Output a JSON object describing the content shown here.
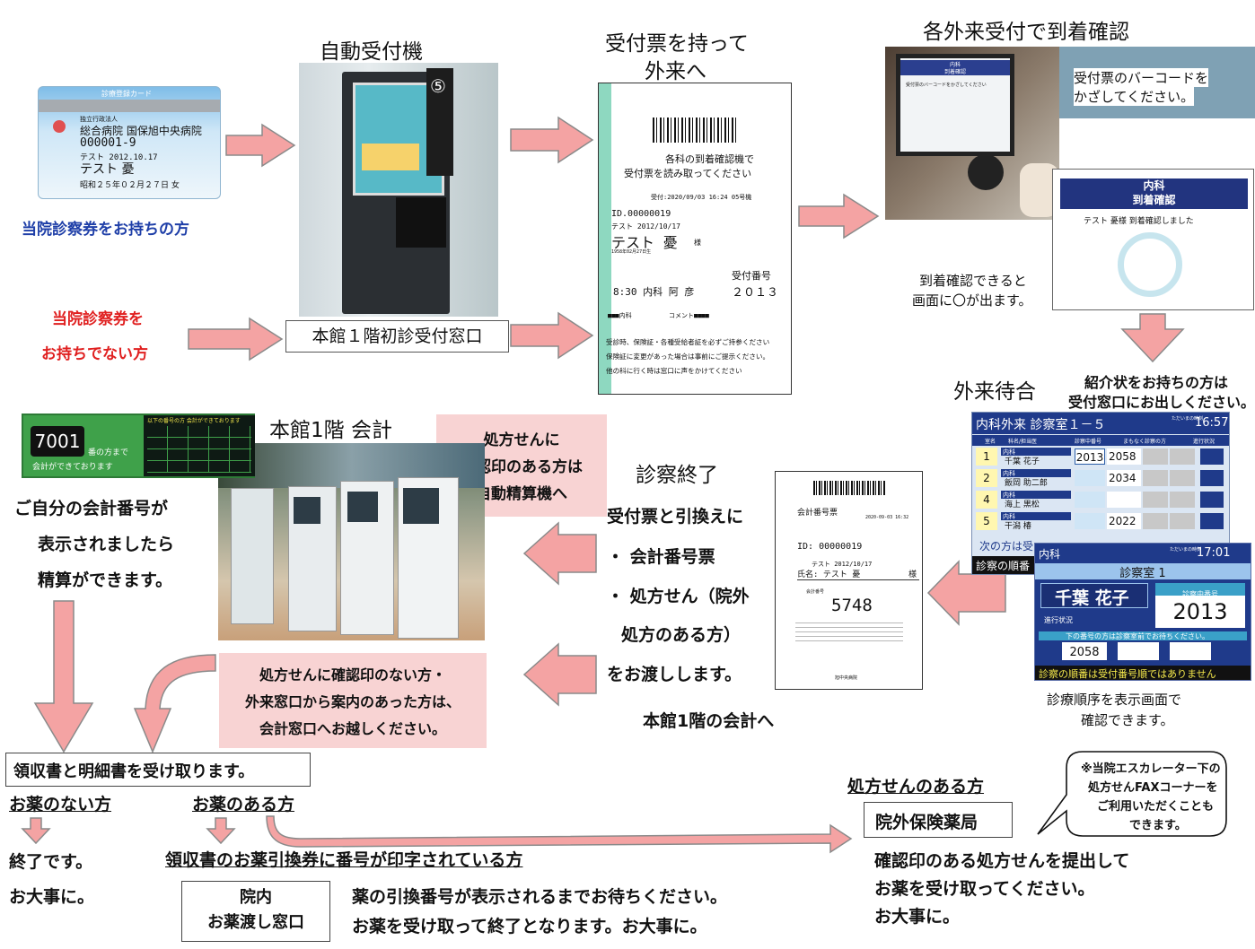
{
  "card": {
    "header": "診療登録カード",
    "org": "独立行政法人",
    "hospital": "総合病院 国保旭中央病院",
    "id": "000001-9",
    "dob_line": "テスト 2012.10.17",
    "name": "テスト 憂",
    "birth": "昭和２５年０２月２７日 女",
    "caption": "当院診察券をお持ちの方"
  },
  "no_card": {
    "line1": "当院診察券を",
    "line2": "お持ちでない方"
  },
  "kiosk": {
    "title": "自動受付機",
    "number": "⑤"
  },
  "first_window": "本館１階初診受付窓口",
  "ticket_step": {
    "line1": "受付票を持って",
    "line2": "外来へ"
  },
  "ticket": {
    "instr1": "各科の到着確認機で",
    "instr2": "受付票を読み取ってください",
    "time": "受付:2020/09/03 16:24  05号機",
    "id": "ID.00000019",
    "dob": "テスト 2012/10/17",
    "name": "テスト  憂",
    "name_suffix": "様",
    "birth": "1958年02月27日生",
    "number_label": "受付番号",
    "dept_line": "8:30 内科 阿 彦",
    "number": "２０１３",
    "dept_short": "■■■内科",
    "comment": "コメント■■■■",
    "note1": "受診時、保険証・各種受給者証を必ずご持参ください",
    "note2": "保険証に変更があった場合は事前にご提示ください。",
    "note3": "他の科に行く時は窓口に声をかけてください"
  },
  "arrival": {
    "title": "各外来受付で到着確認",
    "scan_text1": "受付票のバーコードを",
    "scan_text2": "かざしてください。",
    "screen_dept": "内科",
    "screen_title": "到着確認",
    "screen_msg": "テスト 憂様  到着確認しました",
    "caption1": "到着確認できると",
    "caption2": "画面に〇が出ます。",
    "monitor_head1": "内科",
    "monitor_head2": "到着確認",
    "monitor_msg": "受付票のバーコードをかざしてください"
  },
  "waiting": {
    "title": "外来待合",
    "referral1": "紹介状をお持ちの方は",
    "referral2": "受付窓口にお出しください。",
    "board1": {
      "title": "内科外来  診察室１－５",
      "time_label": "ただいまの時刻",
      "time": "16:57",
      "headers": [
        "室名",
        "科名/担当医",
        "診察中番号",
        "まもなく診察の方",
        "進行状況"
      ],
      "rows": [
        {
          "room": "1",
          "dept": "内科",
          "name": "千葉  花子",
          "current": "2013",
          "next": "2058"
        },
        {
          "room": "2",
          "dept": "内科",
          "name": "飯岡  助二郎",
          "current": "",
          "next": "2034"
        },
        {
          "room": "4",
          "dept": "内科",
          "name": "海上  黒松",
          "current": "",
          "next": ""
        },
        {
          "room": "5",
          "dept": "内科",
          "name": "干潟  椿",
          "current": "",
          "next": "2022"
        }
      ],
      "footer": "次の方は受",
      "footer2": "診察の順番"
    },
    "board2": {
      "dept": "内科",
      "time_label": "ただいまの時刻",
      "time": "17:01",
      "room": "診察室  1",
      "doctor": "千葉  花子",
      "current_label": "診察中番号",
      "progress_label": "進行状況",
      "current": "2013",
      "next_label": "下の番号の方は診察室前でお待ちください。",
      "next": "2058",
      "footer": "診察の順番は受付番号順ではありません"
    },
    "caption1": "診療順序を表示画面で",
    "caption2": "確認できます。"
  },
  "exam_end": {
    "title": "診察終了",
    "l1": "受付票と引換えに",
    "l2": "・ 会計番号票",
    "l3": "・ 処方せん（院外",
    "l4": "処方のある方）",
    "l5": "をお渡しします。",
    "to_account": "本館1階の会計へ"
  },
  "acct_slip": {
    "title": "会計番号票",
    "date": "2020-09-03  16:32",
    "id": "ID: 00000019",
    "dob": "テスト 2012/10/17",
    "name": "氏名: テスト 憂",
    "sama": "様",
    "num_label": "会計番号",
    "number": "5748",
    "footer": "旭中央病院"
  },
  "accounting": {
    "title": "本館1階  会計",
    "rx1": "処方せんに",
    "rx2": "確認印のある方は",
    "rx3": "自動精算機へ",
    "no_stamp1": "処方せんに確認印のない方・",
    "no_stamp2": "外来窓口から案内のあった方は、",
    "no_stamp3": "会計窓口へお越しください。",
    "board_num": "7001",
    "board_text1": "番の方まで",
    "board_text2": "会計ができております",
    "board_header": "以下の番号の方  会計ができております",
    "self1": "ご自分の会計番号が",
    "self2": "表示されましたら",
    "self3": "精算ができます。"
  },
  "receipt": "領収書と明細書を受け取ります。",
  "no_medicine": {
    "label": "お薬のない方",
    "t1": "終了です。",
    "t2": "お大事に。"
  },
  "medicine": {
    "label": "お薬のある方",
    "printed": "領収書のお薬引換券に番号が印字されている方",
    "window1": "院内",
    "window2": "お薬渡し窓口",
    "wait1": "薬の引換番号が表示されるまでお待ちください。",
    "wait2": "お薬を受け取って終了となります。お大事に。"
  },
  "outside": {
    "label": "処方せんのある方",
    "pharmacy": "院外保険薬局",
    "t1": "確認印のある処方せんを提出して",
    "t2": "お薬を受け取ってください。",
    "t3": "お大事に。"
  },
  "note": {
    "l1": "※当院エスカレーター下の",
    "l2": "処方せんFAXコーナーを",
    "l3": "ご利用いただくことも",
    "l4": "できます。"
  },
  "colors": {
    "arrow_fill": "#f4a3a3",
    "arrow_stroke": "#8a8a8a",
    "blue_board": "#1f3a8a",
    "green_board": "#3fa14a"
  }
}
